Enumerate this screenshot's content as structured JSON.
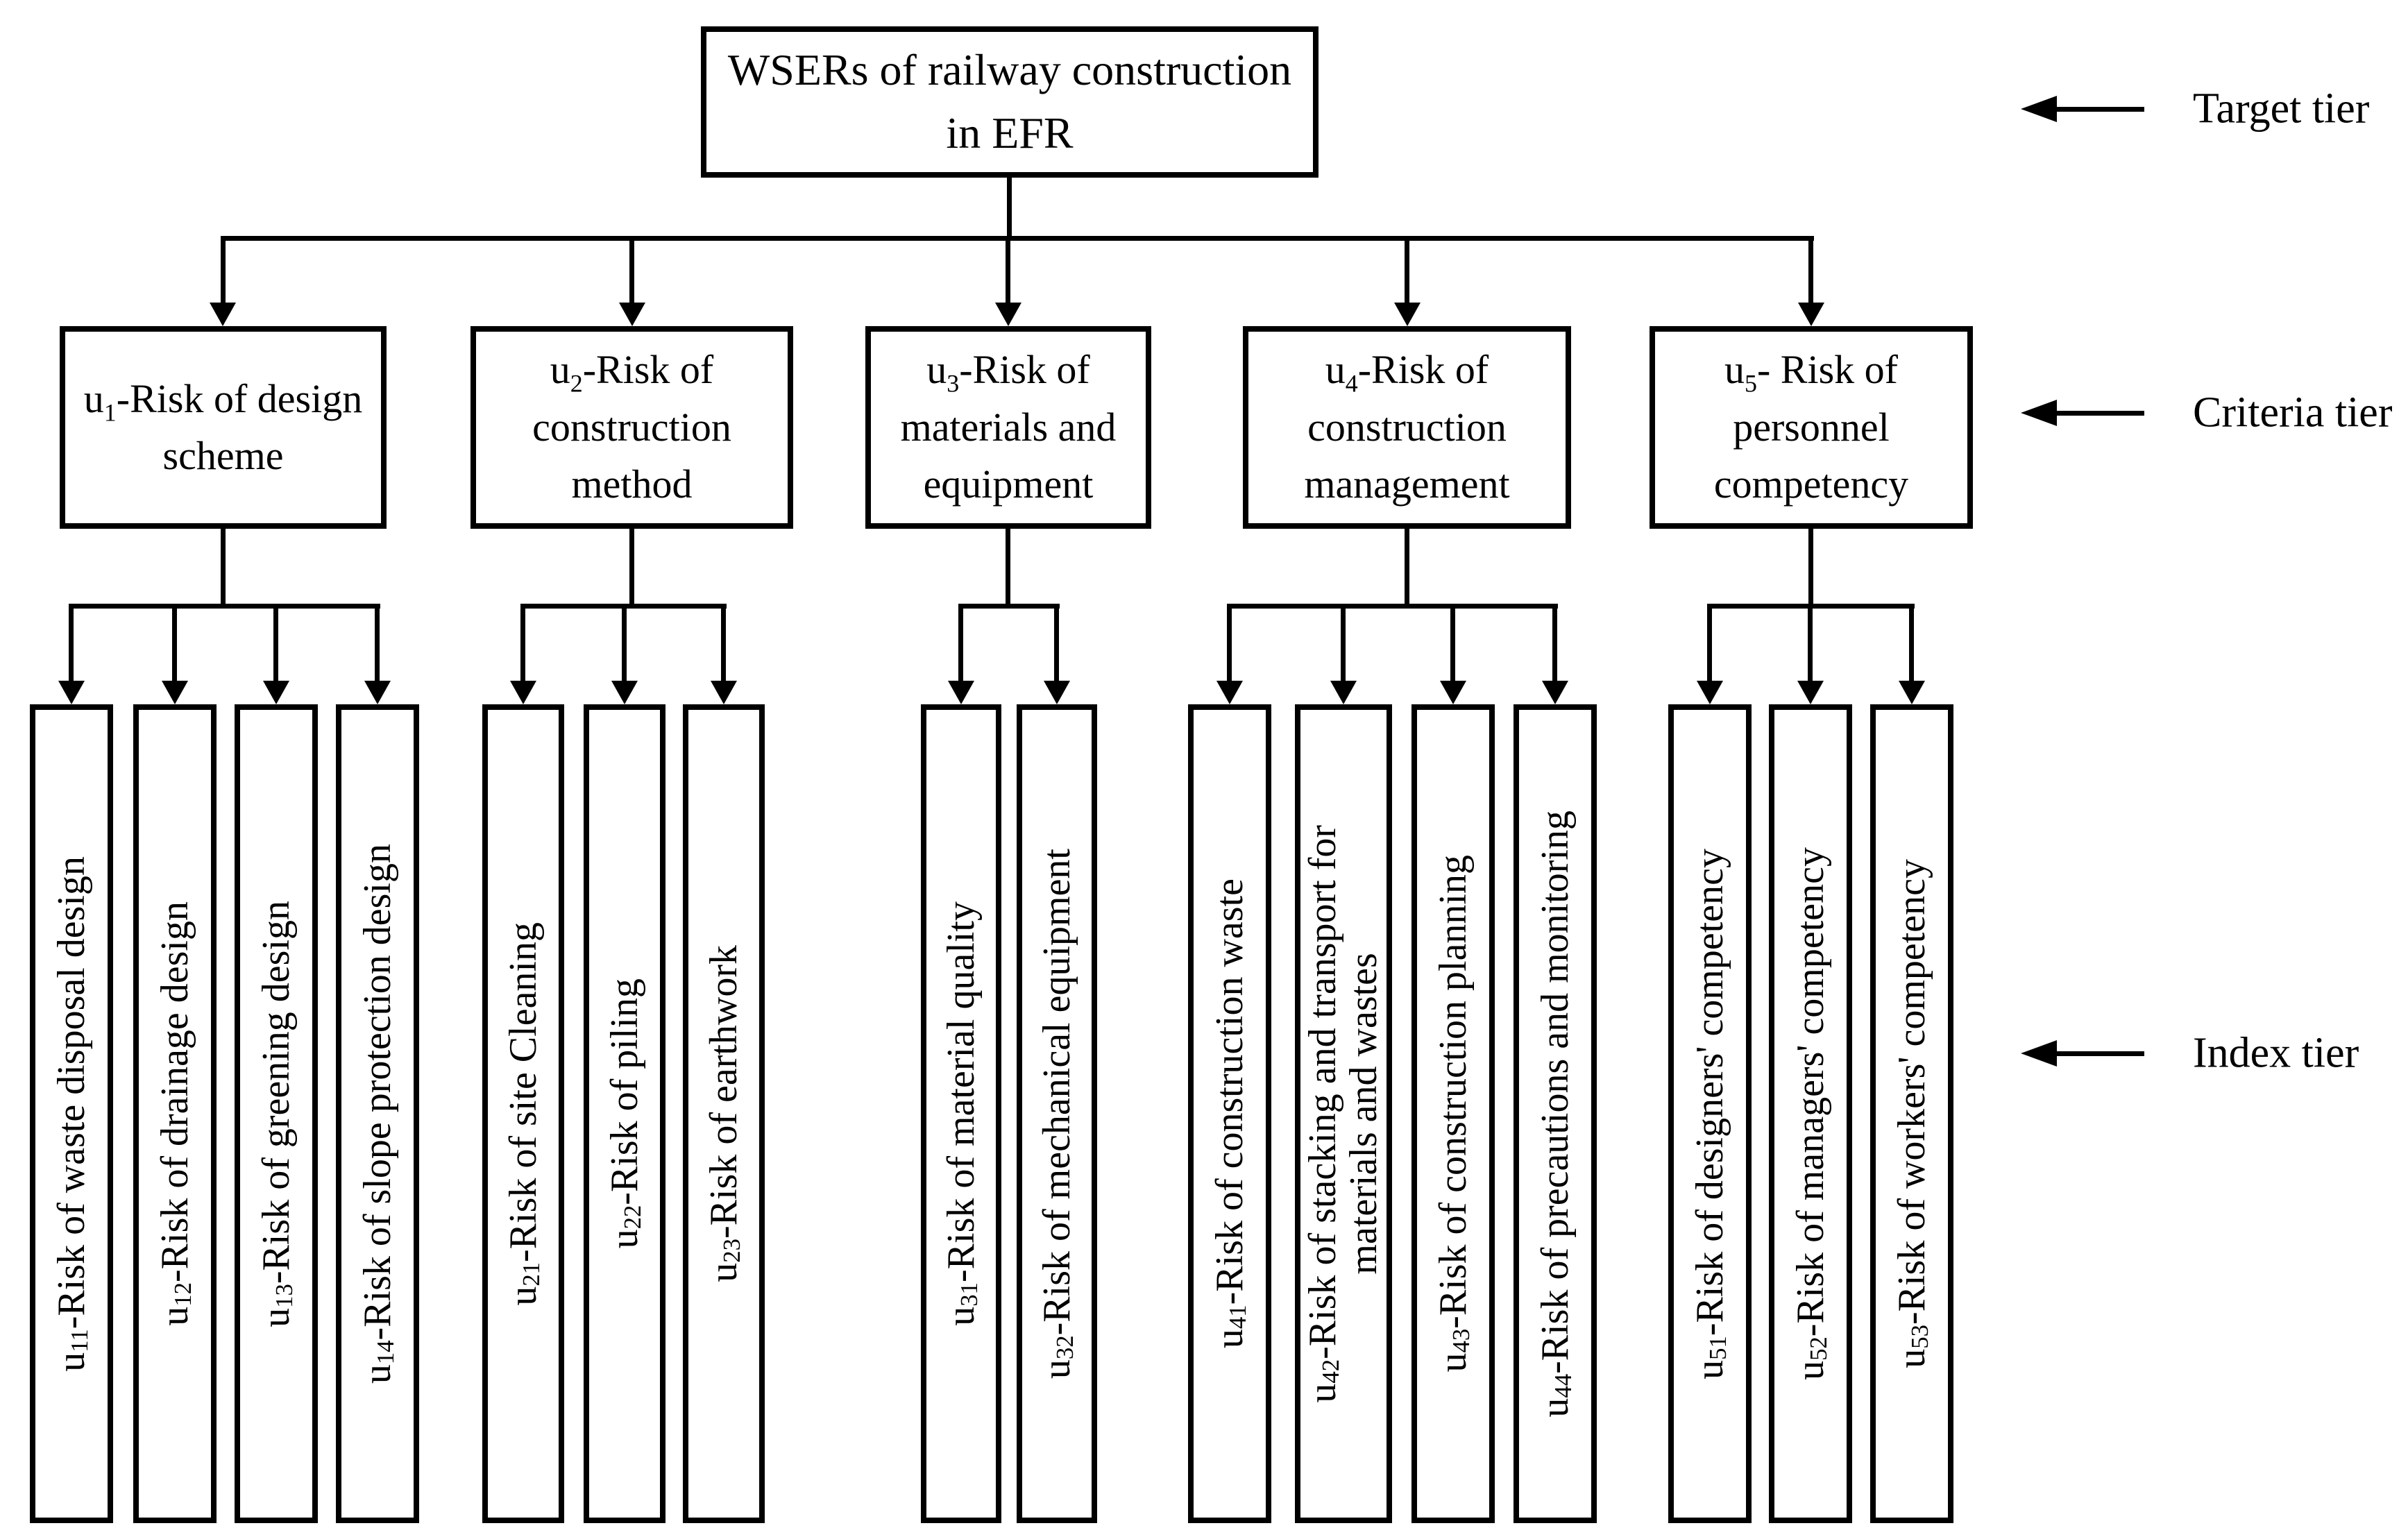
{
  "diagram": {
    "target_tier": {
      "tier_label": "Target tier",
      "node": {
        "title": "WSERs of railway construction\nin EFR"
      }
    },
    "criteria_tier": {
      "tier_label": "Criteria tier",
      "nodes": [
        {
          "base": "u",
          "sub": "1",
          "rest": "-Risk of design\nscheme"
        },
        {
          "base": "u",
          "sub": "2",
          "rest": "-Risk of\nconstruction\nmethod"
        },
        {
          "base": "u",
          "sub": "3",
          "rest": "-Risk of\nmaterials and\nequipment"
        },
        {
          "base": "u",
          "sub": "4",
          "rest": "-Risk of\nconstruction\nmanagement"
        },
        {
          "base": "u",
          "sub": "5",
          "rest": "- Risk of\npersonnel\ncompetency"
        }
      ]
    },
    "index_tier": {
      "tier_label": "Index tier",
      "nodes": [
        {
          "base": "u",
          "sub": "11",
          "rest": "-Risk of waste disposal design"
        },
        {
          "base": "u",
          "sub": "12",
          "rest": "-Risk of drainage design"
        },
        {
          "base": "u",
          "sub": "13",
          "rest": "-Risk of greening design"
        },
        {
          "base": "u",
          "sub": "14",
          "rest": "-Risk of slope protection design"
        },
        {
          "base": "u",
          "sub": "21",
          "rest": "-Risk of site Cleaning"
        },
        {
          "base": "u",
          "sub": "22",
          "rest": "-Risk of piling"
        },
        {
          "base": "u",
          "sub": "23",
          "rest": "-Risk of earthwork"
        },
        {
          "base": "u",
          "sub": "31",
          "rest": "-Risk of material quality"
        },
        {
          "base": "u",
          "sub": "32",
          "rest": "-Risk of mechanical equipment"
        },
        {
          "base": "u",
          "sub": "41",
          "rest": "-Risk of construction waste"
        },
        {
          "base": "u",
          "sub": "42",
          "rest": "-Risk of stacking and transport for\nmaterials and wastes"
        },
        {
          "base": "u",
          "sub": "43",
          "rest": "-Risk of construction planning"
        },
        {
          "base": "u",
          "sub": "44",
          "rest": "-Risk of precautions and monitoring"
        },
        {
          "base": "u",
          "sub": "51",
          "rest": "-Risk of designers' competency"
        },
        {
          "base": "u",
          "sub": "52",
          "rest": "-Risk of managers' competency"
        },
        {
          "base": "u",
          "sub": "53",
          "rest": "-Risk of workers' competency"
        }
      ]
    },
    "colors": {
      "ink": "#000000",
      "background": "#ffffff"
    }
  }
}
